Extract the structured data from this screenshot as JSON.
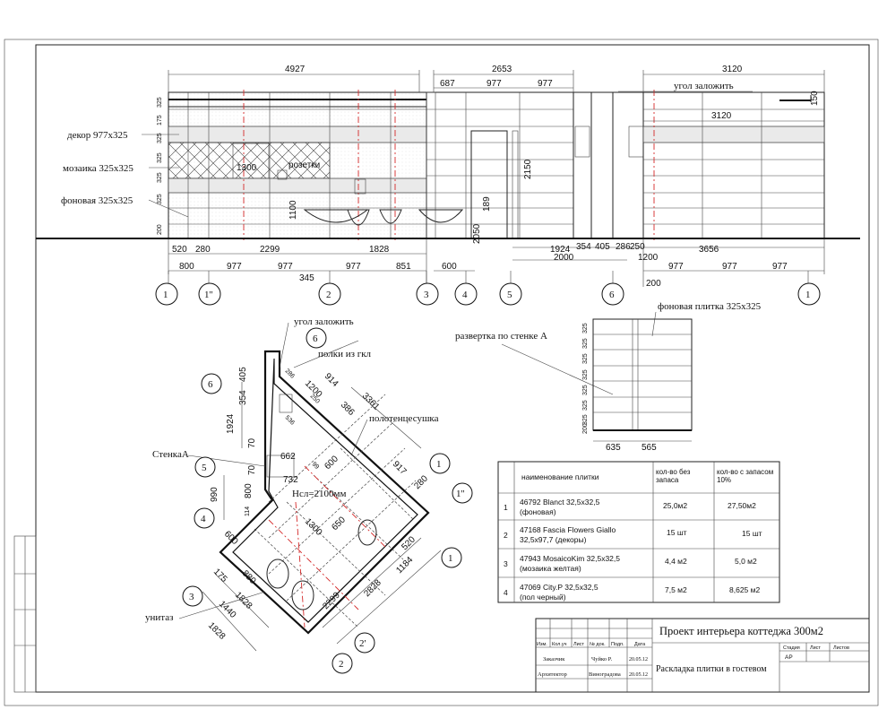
{
  "elevation": {
    "dims_top": [
      "4927",
      "2653",
      "687",
      "977",
      "977",
      "3120",
      "3120",
      "150"
    ],
    "dims_bottom_row1": [
      "520",
      "280",
      "2299",
      "1828",
      "1924",
      "354",
      "405",
      "286",
      "250",
      "3656"
    ],
    "dims_bottom_row2": [
      "800",
      "977",
      "977",
      "977",
      "851",
      "600",
      "2000",
      "1200",
      "977",
      "977",
      "977"
    ],
    "dims_misc": [
      "345",
      "189",
      "2150",
      "2050",
      "200",
      "1300",
      "1100"
    ],
    "vert_ticks": [
      "325",
      "175",
      "325",
      "325",
      "325",
      "325",
      "200"
    ],
    "labels": {
      "decor": "декор 977х325",
      "mosaic": "мозаика 325х325",
      "background": "фоновая 325х325",
      "corner": "угол заложить",
      "outlet": "розетки"
    },
    "axes": [
      "1",
      "1''",
      "2",
      "3",
      "4",
      "5",
      "6",
      "1"
    ]
  },
  "plan": {
    "labels": {
      "corner": "угол заложить",
      "shelves": "полки из гкл",
      "towel_rail": "полотенцесушка",
      "wall_a": "СтенкаА",
      "toilet": "унитаз",
      "ceiling": "Нсл=2100мм"
    },
    "dims": [
      "914",
      "1200",
      "386",
      "3361",
      "286",
      "250",
      "536",
      "354",
      "405",
      "1924",
      "70",
      "662",
      "70",
      "732",
      "99",
      "600",
      "990",
      "800",
      "114",
      "917",
      "280",
      "1300",
      "650",
      "520",
      "1184",
      "2299",
      "2828",
      "600",
      "880",
      "175",
      "1828",
      "1440",
      "1828"
    ],
    "axes": [
      "6",
      "6",
      "5",
      "4",
      "3",
      "2",
      "2'",
      "1",
      "1''"
    ]
  },
  "sweep": {
    "title": "развертка по стенке А",
    "tile_label": "фоновая плитка 325х325",
    "vert": [
      "325",
      "325",
      "325",
      "325",
      "325",
      "325",
      "325",
      "200"
    ],
    "horiz": [
      "635",
      "565"
    ]
  },
  "table": {
    "headers": [
      "наименование плитки",
      "кол-во без запаса",
      "кол-во с запасом 10%"
    ],
    "rows": [
      {
        "n": "1",
        "name1": "46792 Blanct 32,5х32,5",
        "name2": "(фоновая)",
        "qty": "25,0м2",
        "qty10": "27,50м2"
      },
      {
        "n": "2",
        "name1": "47168 Fascia Flowers Giallo",
        "name2": "32,5х97,7  (декоры)",
        "qty": "15 шт",
        "qty10": "15 шт"
      },
      {
        "n": "3",
        "name1": "47943 MosaicoKim 32,5х32,5",
        "name2": "(мозаика желтая)",
        "qty": "4,4 м2",
        "qty10": "5,0 м2"
      },
      {
        "n": "4",
        "name1": "47069 City.P 32,5х32,5",
        "name2": "(пол черный)",
        "qty": "7,5 м2",
        "qty10": "8,625 м2"
      }
    ]
  },
  "stamp": {
    "project": "Проект интерьера коттеджа 300м2",
    "sheet_title": "Раскладка плитки в гостевом",
    "stage_hdr": "Стадия",
    "stage": "АР",
    "sheet_hdr": "Лист",
    "sheets_hdr": "Листов",
    "cols": [
      "Изм.",
      "Кол.уч",
      "Лист",
      "№ док.",
      "Подп.",
      "Дата"
    ],
    "role1": "Заказчик",
    "name1": "Чуйко Р.",
    "date1": "20.05.12",
    "role2": "Архитектор",
    "name2": "Виноградова",
    "date2": "20.05.12"
  }
}
